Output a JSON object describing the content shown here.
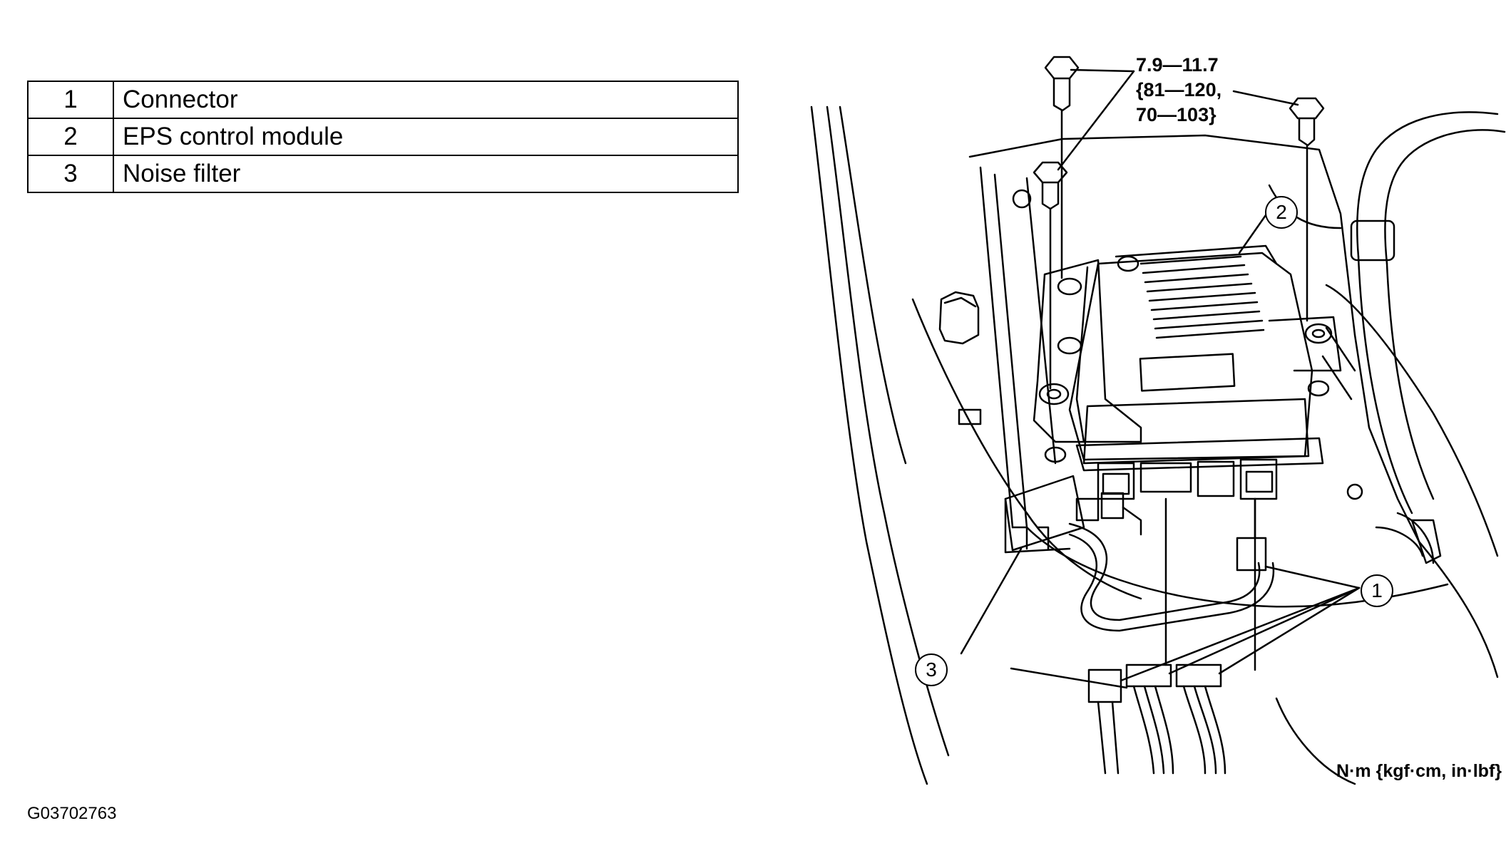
{
  "legend": {
    "rows": [
      {
        "num": "1",
        "label": "Connector"
      },
      {
        "num": "2",
        "label": "EPS control module"
      },
      {
        "num": "3",
        "label": "Noise filter"
      }
    ]
  },
  "diagram": {
    "torque_spec": "7.9—11.7\n{81—120,\n70—103}",
    "units": "N·m {kgf·cm, in·lbf}",
    "figure_id": "G03702763",
    "callouts": {
      "connector": "1",
      "eps_module": "2",
      "noise_filter": "3"
    }
  }
}
